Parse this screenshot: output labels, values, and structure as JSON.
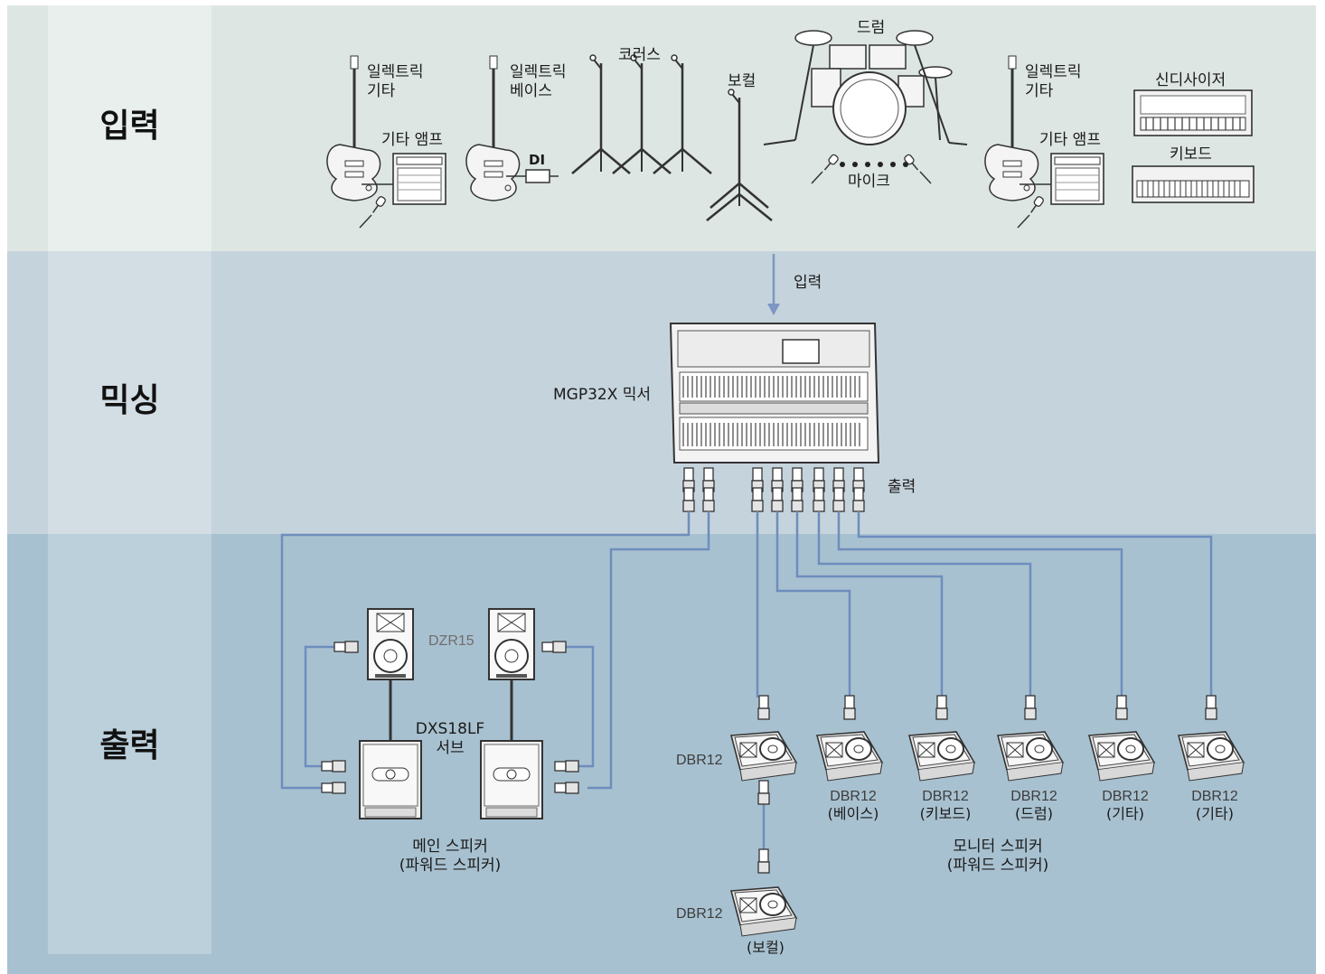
{
  "sections": {
    "input": "입력",
    "mixing": "믹싱",
    "output": "출력"
  },
  "inputs": {
    "guitar1": "일렉트릭\n기타",
    "amp1": "기타 앰프",
    "bass": "일렉트릭\n베이스",
    "di": "DI",
    "chorus": "코러스",
    "vocal": "보컬",
    "drum": "드럼",
    "mics": "마이크",
    "guitar2": "일렉트릭\n기타",
    "amp2": "기타 앰프",
    "synth": "신디사이저",
    "keyboard": "키보드"
  },
  "mixer": {
    "input_label": "입력",
    "name": "MGP32X 믹서",
    "output_label": "출력"
  },
  "main_speakers": {
    "top_model": "DZR15",
    "sub_model": "DXS18LF\n서브",
    "caption": "메인 스피커\n(파워드 스피커)"
  },
  "monitors": {
    "model": "DBR12",
    "items": [
      "(베이스)",
      "(키보드)",
      "(드럼)",
      "(기타)",
      "(기타)"
    ],
    "vocal_label": "(보컬)",
    "caption": "모니터 스피커\n(파워드 스피커)"
  },
  "colors": {
    "input_band": "#dde6e3",
    "mixing_band": "#c5d3dc",
    "output_band": "#a8c1d0",
    "cable": "#6e8dbd"
  }
}
